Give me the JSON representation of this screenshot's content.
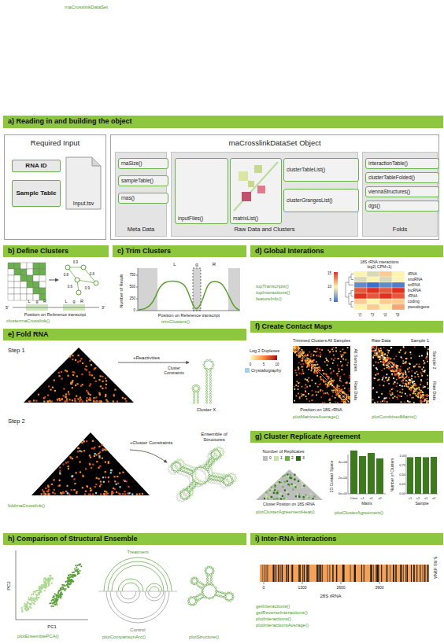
{
  "diagram": {
    "nodes": [
      {
        "text": [
          "a) Reading in and building the object"
        ]
      },
      {
        "text": [
          "Required Input"
        ]
      },
      {
        "text": [
          "RNA ID"
        ],
        "in": 1
      },
      {
        "text": [
          "Sample Table"
        ],
        "in": 1
      },
      {
        "text": [
          "Input.tsv"
        ],
        "in": 1
      },
      {
        "text": [
          "rnaCrosslinkDataSet Object"
        ]
      },
      {
        "text": [
          "Meta Data"
        ],
        "in": 5
      },
      {
        "text": [
          "rnaSize()"
        ],
        "in": 6
      },
      {
        "text": [
          "sampleTable()"
        ],
        "in": 6
      },
      {
        "text": [
          "rnas()"
        ],
        "in": 6
      },
      {
        "text": [
          "Raw Data and Clusters"
        ],
        "in": 5
      },
      {
        "text": [
          "inputFiles()"
        ],
        "in": 10
      },
      {
        "text": [
          "matrixList()"
        ],
        "in": 10
      },
      {
        "text": [
          "clusterTableList()"
        ],
        "in": 10
      },
      {
        "text": [
          "clusterGrangesList()"
        ],
        "in": 10
      },
      {
        "text": [
          "Folds"
        ],
        "in": 5
      },
      {
        "text": [
          "interactionTable()"
        ],
        "in": 15
      },
      {
        "text": [
          "clusterTableFolded()"
        ],
        "in": 15
      },
      {
        "text": [
          "viennaStructures()"
        ],
        "in": 15
      },
      {
        "text": [
          "dgs()"
        ],
        "in": 15
      },
      {
        "text": [
          "b) Define Clusters"
        ]
      },
      {
        "text": [
          "c) Trim Clusters"
        ]
      },
      {
        "text": [
          "d) Global Interations"
        ]
      },
      {
        "text": [
          "e) Fold RNA"
        ]
      },
      {
        "text": [
          "f) Create Contact Maps"
        ]
      },
      {
        "text": [
          "g) Cluster Replicate Agreement"
        ]
      },
      {
        "text": [
          "h) Comparison of Structural Ensemble"
        ]
      },
      {
        "text": [
          "i) Inter-RNA interactions"
        ]
      }
    ],
    "labels": [
      "rnaCrosslinkDataSet",
      "0.9",
      "0.8",
      "0.6",
      "0.9",
      "0.6",
      "L",
      "g",
      "R",
      "L",
      "g",
      "R",
      "5'",
      "3'",
      "Position on Reference transcript",
      "clusterrnaCrosslink()",
      "L",
      "g",
      "R",
      "750",
      "500",
      "250",
      "0",
      "Number of Reads",
      "Position on Reference transcript",
      "trimClusters()",
      "18S rRNA interactions",
      "log2( CPM+1)",
      "15",
      "10",
      "5",
      "tRNA",
      "snoRNA",
      "snRNA",
      "lncRNA",
      "rRNA",
      "coding",
      "pseudogene",
      "c1",
      "c2",
      "s1",
      "s2",
      "topTranscripts()",
      "topInteractions()",
      "featureInfo()",
      "Step 1",
      "+Reactivities",
      "Cluster Constraints",
      "Cluster X",
      "Log 2 Duplexes",
      "0",
      "5",
      "10",
      "Step 2",
      "+Cluster Constraints",
      "Ensemble of Structures",
      "foldrnaCrosslink()",
      "Trimmed Clusters",
      "All Samples",
      "All Samples",
      "Raw Data",
      "Position on 18S rRNA",
      "plotMatricesAverage()",
      "Raw Data",
      "Sample 1",
      "Sample 2",
      "Raw Data",
      "plotCombinedMatrix()",
      "Number of Replicates",
      "Cluster Position on 18S rRNA",
      "plotClusterAgreementHeat()",
      "2D Contact Space",
      "4e+04",
      "2e+04",
      "0e+00",
      "Cmst",
      "c1",
      "s1",
      "s2",
      "Matrix",
      "plotClusterAgreement()",
      "Number of Clusters",
      "1.00",
      "0.75",
      "0.50",
      "0.25",
      "0.00",
      "c1",
      "c2",
      "s1",
      "s2",
      "Sample",
      "PC2",
      "PC1",
      "plotEnsemblePCA()",
      "Treatment",
      "Control",
      "plotComparisonArc()",
      "plotStructure()",
      "5.8S rRNA",
      "0",
      "1300",
      "2600",
      "3900",
      "28S rRNA",
      "getInteractions()",
      "getReverseInteractions()",
      "plotInteractions()",
      "plotInteractionsAverage()"
    ],
    "legend": [
      {
        "text": "Crystallography",
        "color": "#9fd3ec"
      },
      {
        "text": "0",
        "color": "#bdbdbd"
      },
      {
        "text": "1",
        "color": "#c5e3a5"
      },
      {
        "text": "2",
        "color": "#6ab04c"
      },
      {
        "text": "3",
        "color": "#2f6b1a"
      }
    ]
  }
}
